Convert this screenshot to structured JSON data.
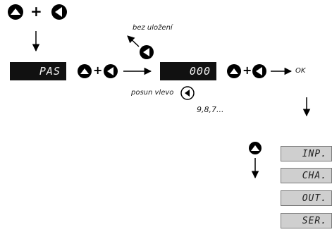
{
  "labels": {
    "bez_ulozeni": "bez uložení",
    "posun_vlevo": "posun vlevo",
    "sequence": "9,8,7...",
    "ok": "OK"
  },
  "displays": {
    "password": "PAS",
    "code": "000"
  },
  "operators": {
    "plus": "+"
  },
  "menu": {
    "items": [
      "INP.",
      "CHA.",
      "OUT.",
      "SER."
    ]
  },
  "icons": {
    "up_button": "up-arrow-button-icon",
    "left_button": "left-arrow-button-icon",
    "arrow": "arrow-icon"
  },
  "colors": {
    "button_fill": "#000000",
    "display_bg": "#111111",
    "display_text": "#f2f2f2",
    "menu_bg": "#cfcfcf",
    "menu_border": "#7a7a7a"
  }
}
